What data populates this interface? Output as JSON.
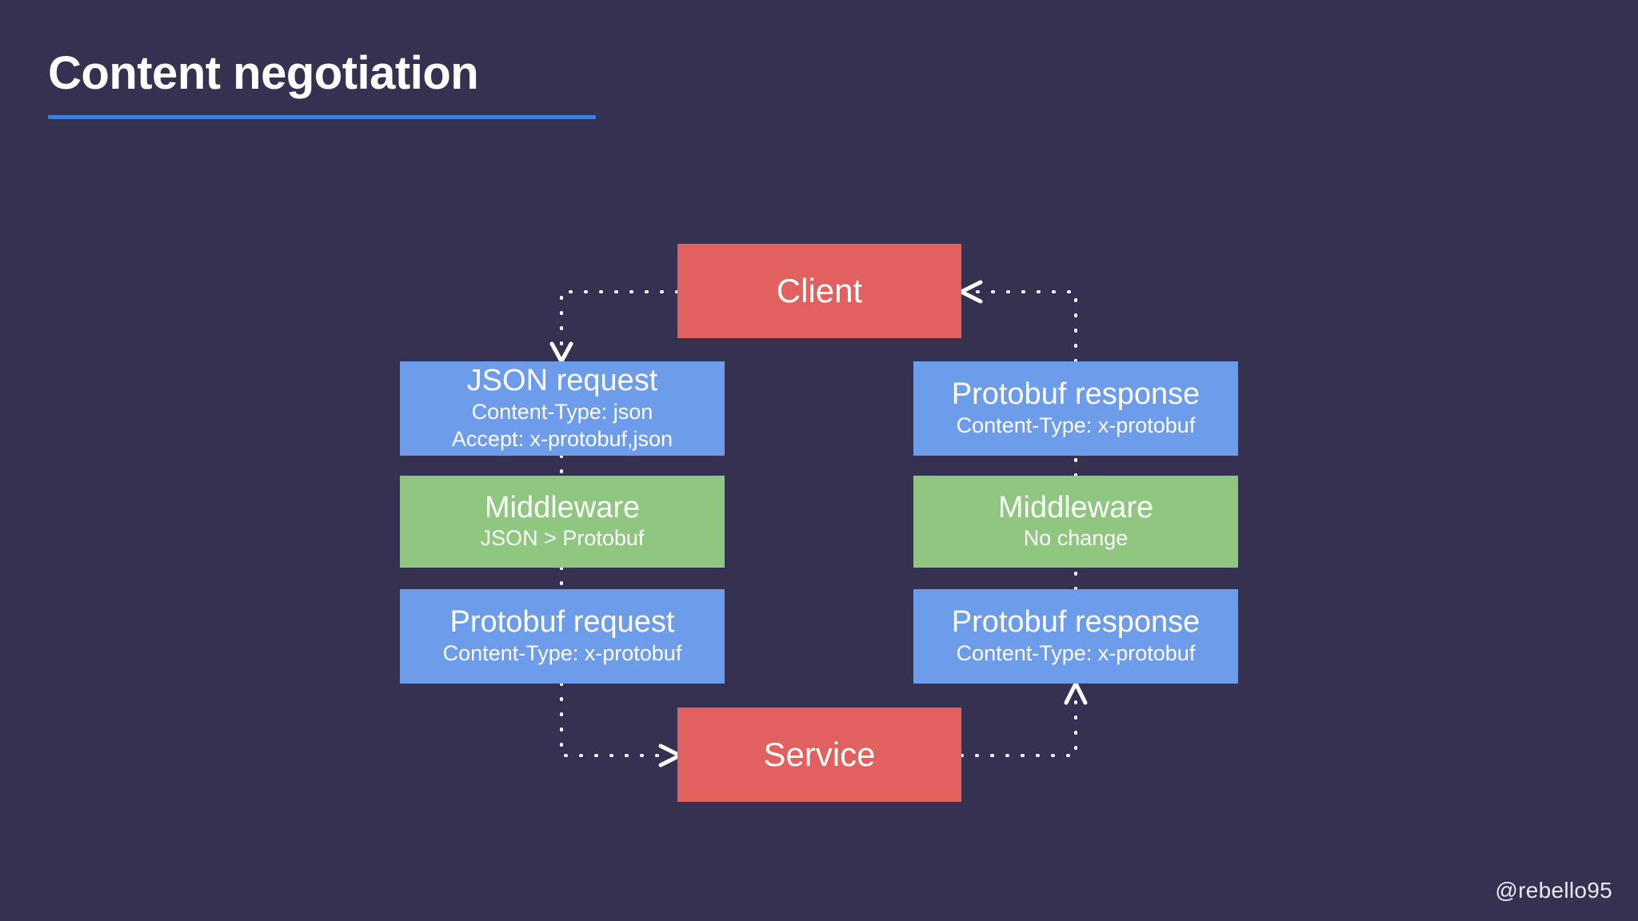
{
  "slide": {
    "title": "Content negotiation",
    "accent_rule_color": "#3d7fe0",
    "background_color": "#363150",
    "handle": "@rebello95"
  },
  "colors": {
    "endpoint_red": "#e2605e",
    "message_blue": "#6d9ceb",
    "middleware_green": "#8fc680",
    "wire_white": "#ffffff",
    "text_white": "#ffffff"
  },
  "diagram": {
    "type": "flow",
    "nodes": [
      {
        "id": "client",
        "title": "Client",
        "sub": "",
        "role": "endpoint",
        "color": "#e2605e"
      },
      {
        "id": "json-request",
        "title": "JSON request",
        "sub_lines": [
          "Content-Type: json",
          "Accept: x-protobuf,json"
        ],
        "role": "message",
        "color": "#6d9ceb"
      },
      {
        "id": "middleware-left",
        "title": "Middleware",
        "sub_lines": [
          "JSON > Protobuf"
        ],
        "role": "middleware",
        "color": "#8fc680"
      },
      {
        "id": "protobuf-request",
        "title": "Protobuf request",
        "sub_lines": [
          "Content-Type: x-protobuf"
        ],
        "role": "message",
        "color": "#6d9ceb"
      },
      {
        "id": "protobuf-response-top",
        "title": "Protobuf response",
        "sub_lines": [
          "Content-Type: x-protobuf"
        ],
        "role": "message",
        "color": "#6d9ceb"
      },
      {
        "id": "middleware-right",
        "title": "Middleware",
        "sub_lines": [
          "No change"
        ],
        "role": "middleware",
        "color": "#8fc680"
      },
      {
        "id": "protobuf-response-bottom",
        "title": "Protobuf response",
        "sub_lines": [
          "Content-Type: x-protobuf"
        ],
        "role": "message",
        "color": "#6d9ceb"
      },
      {
        "id": "service",
        "title": "Service",
        "sub": "",
        "role": "endpoint",
        "color": "#e2605e"
      }
    ],
    "edges": [
      {
        "from": "client",
        "to": "json-request",
        "style": "dotted",
        "arrow": "down"
      },
      {
        "from": "json-request",
        "to": "middleware-left",
        "style": "dotted",
        "arrow": "none"
      },
      {
        "from": "middleware-left",
        "to": "protobuf-request",
        "style": "dotted",
        "arrow": "none"
      },
      {
        "from": "protobuf-request",
        "to": "service",
        "style": "dotted",
        "arrow": "right"
      },
      {
        "from": "service",
        "to": "protobuf-response-bottom",
        "style": "dotted",
        "arrow": "up"
      },
      {
        "from": "protobuf-response-bottom",
        "to": "middleware-right",
        "style": "dotted",
        "arrow": "none"
      },
      {
        "from": "middleware-right",
        "to": "protobuf-response-top",
        "style": "dotted",
        "arrow": "none"
      },
      {
        "from": "protobuf-response-top",
        "to": "client",
        "style": "dotted",
        "arrow": "left"
      }
    ]
  },
  "nodes": {
    "client": {
      "title": "Client"
    },
    "service": {
      "title": "Service"
    },
    "json_request": {
      "title": "JSON request",
      "line1": "Content-Type: json",
      "line2": "Accept: x-protobuf,json"
    },
    "middleware_left": {
      "title": "Middleware",
      "line1": "JSON > Protobuf"
    },
    "protobuf_request": {
      "title": "Protobuf request",
      "line1": "Content-Type: x-protobuf"
    },
    "protobuf_response_top": {
      "title": "Protobuf response",
      "line1": "Content-Type: x-protobuf"
    },
    "middleware_right": {
      "title": "Middleware",
      "line1": "No change"
    },
    "protobuf_response_bottom": {
      "title": "Protobuf response",
      "line1": "Content-Type: x-protobuf"
    }
  }
}
